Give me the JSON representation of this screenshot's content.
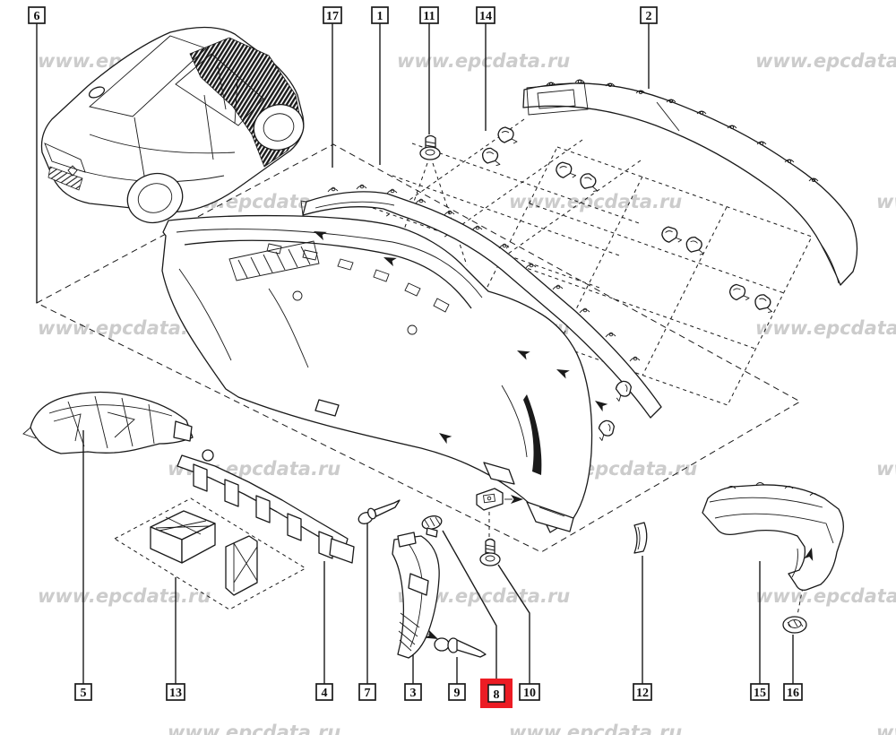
{
  "diagram": {
    "watermark_text": "www.epcdata.ru",
    "colors": {
      "background": "#ffffff",
      "line": "#1a1a1a",
      "highlight": "#ec1c24",
      "watermark": "#c7c7c7"
    },
    "callouts": {
      "top": [
        {
          "label": "6"
        },
        {
          "label": "17"
        },
        {
          "label": "1"
        },
        {
          "label": "11"
        },
        {
          "label": "14"
        },
        {
          "label": "2"
        }
      ],
      "bottom": [
        {
          "label": "5"
        },
        {
          "label": "13"
        },
        {
          "label": "4"
        },
        {
          "label": "7"
        },
        {
          "label": "3"
        },
        {
          "label": "9"
        },
        {
          "label": "8",
          "highlighted": true
        },
        {
          "label": "10"
        },
        {
          "label": "12"
        },
        {
          "label": "15"
        },
        {
          "label": "16"
        }
      ],
      "highlighted_label": "8"
    }
  }
}
